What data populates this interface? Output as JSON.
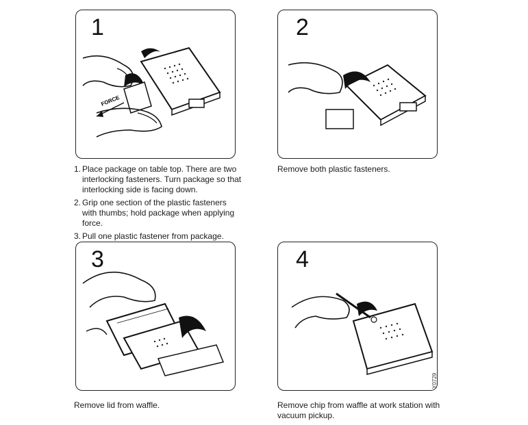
{
  "panels": [
    {
      "number": "1",
      "force_label": "FORCE"
    },
    {
      "number": "2"
    },
    {
      "number": "3"
    },
    {
      "number": "4"
    }
  ],
  "captions": {
    "step1": [
      {
        "n": "1.",
        "text": "Place package on table top. There are two interlocking fasteners. Turn package so that interlocking side is facing down."
      },
      {
        "n": "2.",
        "text": "Grip one section of the plastic fasteners with thumbs; hold package when applying force."
      },
      {
        "n": "3.",
        "text": "Pull one plastic fastener from package."
      }
    ],
    "step2": "Remove both plastic fasteners.",
    "step3": "Remove lid from waffle.",
    "step4": "Remove chip from waffle at work station with vacuum pickup."
  },
  "figure_code": "Y0729"
}
